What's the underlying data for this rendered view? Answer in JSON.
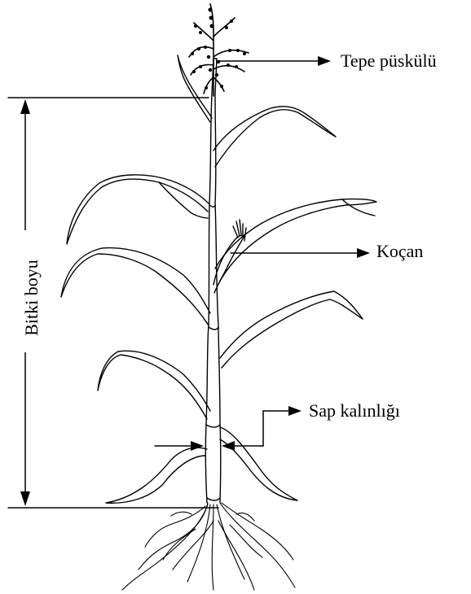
{
  "labels": {
    "tassel": "Tepe püskülü",
    "ear": "Koçan",
    "stalk_thickness": "Sap kalınlığı",
    "plant_height": "Bitki boyu"
  }
}
